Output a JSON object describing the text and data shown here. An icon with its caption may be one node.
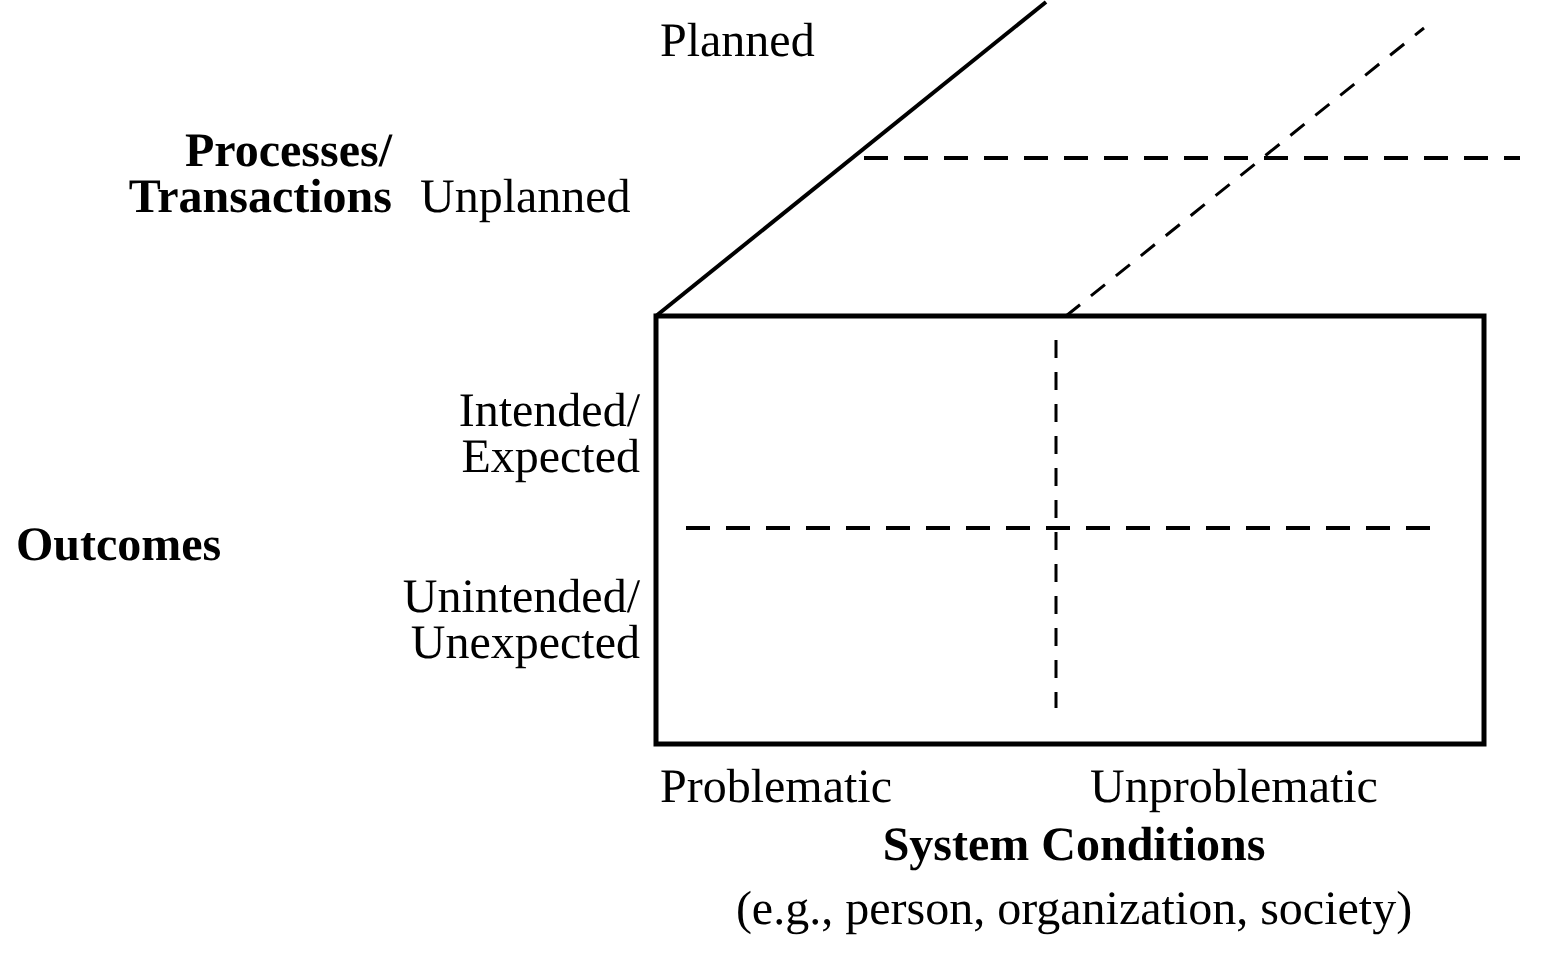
{
  "diagram": {
    "labels": [
      "Planned",
      "Processes/ Transactions",
      "Unplanned",
      "Intended/ Expected",
      "Outcomes",
      "Unintended/ Unexpected",
      "Problematic",
      "Unproblematic",
      "System Conditions",
      "(e.g., person, organization, society)"
    ]
  }
}
